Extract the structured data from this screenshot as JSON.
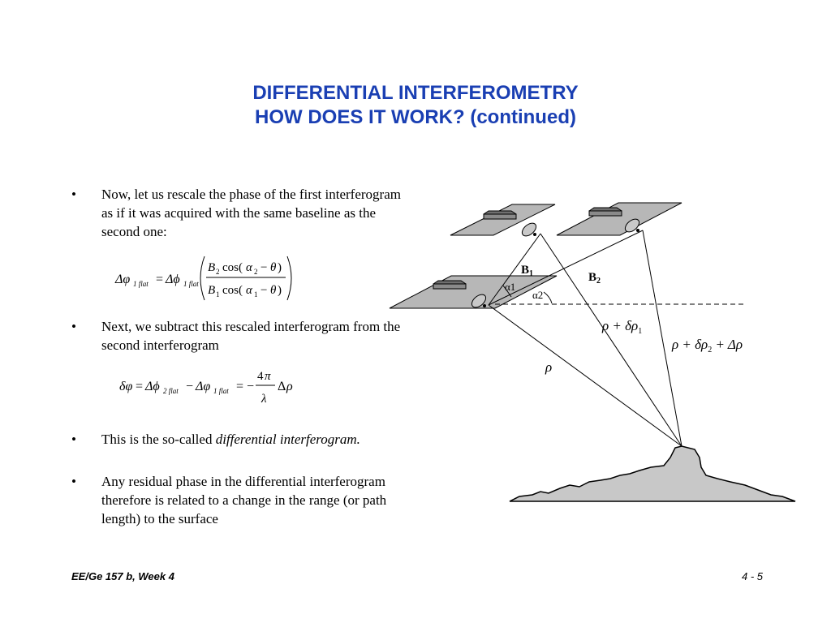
{
  "title": {
    "line1": "DIFFERENTIAL INTERFEROMETRY",
    "line2": "HOW DOES IT WORK? (continued)"
  },
  "bullets": [
    {
      "text": "Now, let us rescale the phase of the first interferogram as if it was acquired with the same baseline as the second one:"
    },
    {
      "text": "Next, we subtract this rescaled interferogram from the second interferogram"
    },
    {
      "text_prefix": "This is the so-called ",
      "text_italic": "differential interferogram."
    },
    {
      "text": "Any residual phase in the differential interferogram therefore is related to a change in the range (or path length) to the surface"
    }
  ],
  "bullet_symbol": "•",
  "diagram": {
    "baseline1": "B",
    "baseline1_sub": "1",
    "baseline2": "B",
    "baseline2_sub": "2",
    "alpha1": "α1",
    "alpha2": "α2",
    "rho": "ρ",
    "rho_plus_drho1": "ρ + δρ",
    "rho_plus_drho1_sub": "1",
    "rho_plus_drho2": "ρ + δρ",
    "rho_plus_drho2_sub": "2",
    "rho_plus_drho2_tail": " + Δρ"
  },
  "footer": {
    "left": "EE/Ge 157 b, Week 4",
    "right": "4 - 5"
  }
}
